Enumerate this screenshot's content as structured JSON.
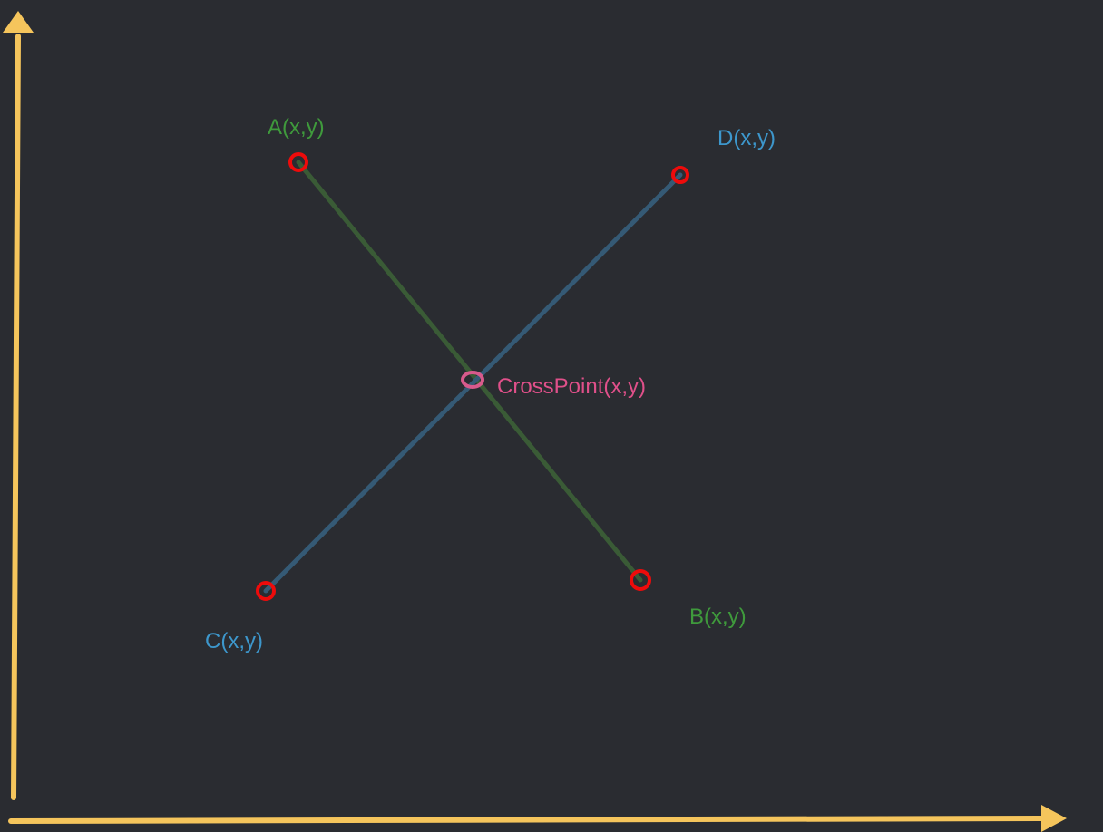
{
  "colors": {
    "background": "#2a2c31",
    "axis": "#f5c55c",
    "segment_ab": "#3a5b36",
    "segment_cd": "#355a75",
    "endpoint_marker": "#ee0b0b",
    "crosspoint_marker": "#d85a8c",
    "label_ab": "#3f9a3c",
    "label_cd": "#3d97cc",
    "label_crosspoint": "#e0508a"
  },
  "labels": {
    "point_a": "A(x,y)",
    "point_b": "B(x,y)",
    "point_c": "C(x,y)",
    "point_d": "D(x,y)",
    "crosspoint": "CrossPoint(x,y)"
  }
}
